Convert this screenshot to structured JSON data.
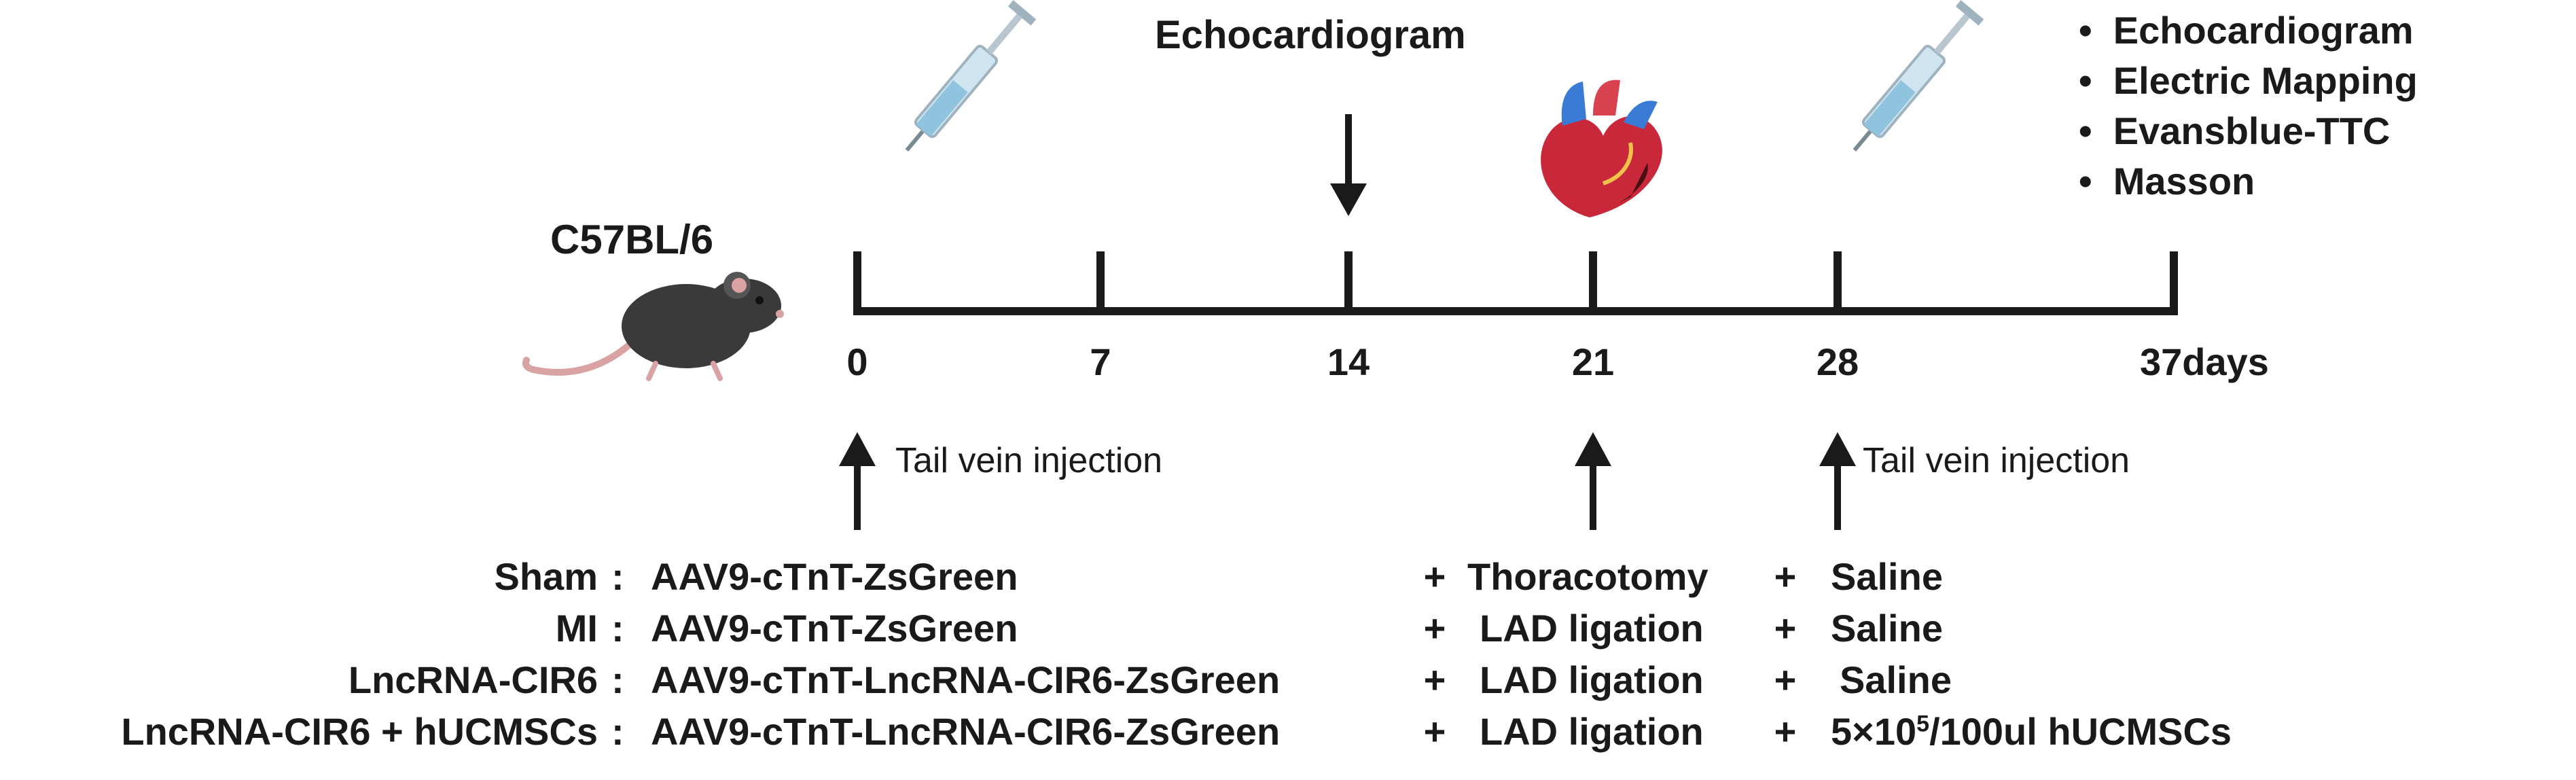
{
  "strain": "C57BL/6",
  "top_label": "Echocardiogram",
  "endpoint_list": [
    "Echocardiogram",
    "Electric Mapping",
    "Evansblue-TTC",
    "Masson"
  ],
  "timeline": {
    "ticks": [
      "0",
      "7",
      "14",
      "21",
      "28",
      "37days"
    ]
  },
  "injection_note_left": "Tail vein injection",
  "injection_note_right": "Tail vein injection",
  "groups": [
    {
      "name": "Sham",
      "colon": ":",
      "aav": "AAV9-cTnT-ZsGreen",
      "plus1": "+",
      "surgery": "Thoracotomy",
      "plus2": "+",
      "treatment": "Saline"
    },
    {
      "name": "MI",
      "colon": ":",
      "aav": "AAV9-cTnT-ZsGreen",
      "plus1": "+",
      "surgery": "LAD ligation",
      "plus2": "+",
      "treatment": "Saline"
    },
    {
      "name": "LncRNA-CIR6",
      "colon": ":",
      "aav": "AAV9-cTnT-LncRNA-CIR6-ZsGreen",
      "plus1": "+",
      "surgery": "LAD ligation",
      "plus2": "+",
      "treatment": "Saline"
    },
    {
      "name": "LncRNA-CIR6 + hUCMSCs",
      "colon": ":",
      "aav": "AAV9-cTnT-LncRNA-CIR6-ZsGreen",
      "plus1": "+",
      "surgery": "LAD ligation",
      "plus2": "+",
      "treatment_prefix": "5×10",
      "treatment_sup": "5",
      "treatment_suffix": "/100ul hUCMSCs"
    }
  ],
  "colors": {
    "line": "#1a1a1a",
    "mouse_body": "#3a3a3a",
    "mouse_tail": "#d9a3a3",
    "syringe_barrel": "#cfe6f2",
    "syringe_liquid": "#8fc3de",
    "heart_red": "#c8283a",
    "heart_blue": "#3a7bd5"
  }
}
